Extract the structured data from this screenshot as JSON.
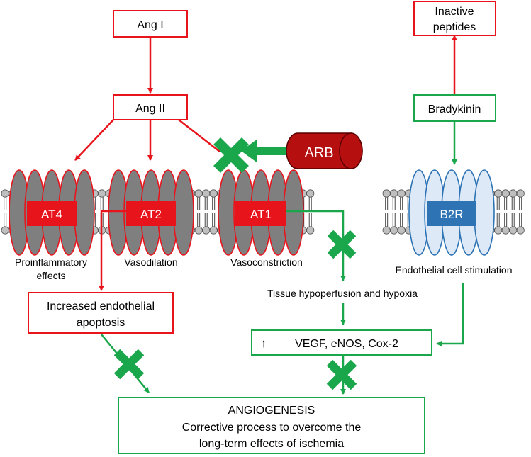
{
  "nodes": {
    "ang1": "Ang I",
    "ang2": "Ang II",
    "inactive": [
      "Inactive",
      "peptides"
    ],
    "bradykinin": "Bradykinin",
    "arb": "ARB",
    "at4": "AT4",
    "at2": "AT2",
    "at1": "AT1",
    "b2r": "B2R",
    "apoptosis": [
      "Increased endothelial",
      "apoptosis"
    ],
    "vegf": "VEGF, eNOS, Cox-2",
    "vegf_arrow": "↑",
    "angio_title": "ANGIOGENESIS",
    "angio_body": [
      "Corrective process to overcome the",
      "long-term effects of ischemia"
    ]
  },
  "labels": {
    "proinflammatory": [
      "Proinflammatory",
      "effects"
    ],
    "vasodilation": "Vasodilation",
    "vasoconstriction": "Vasoconstriction",
    "endothelial_stim": "Endothelial cell stimulation",
    "hypoperfusion": "Tissue hypoperfusion and hypoxia"
  },
  "colors": {
    "red": "#e8141c",
    "green": "#1aa64a",
    "arb_fill": "#b50f0f",
    "receptor_gray": "#7f7f7f",
    "b2r_light": "#dde9f7",
    "b2r_blue": "#2e74b5",
    "lipid_head": "#bfbfbf"
  }
}
